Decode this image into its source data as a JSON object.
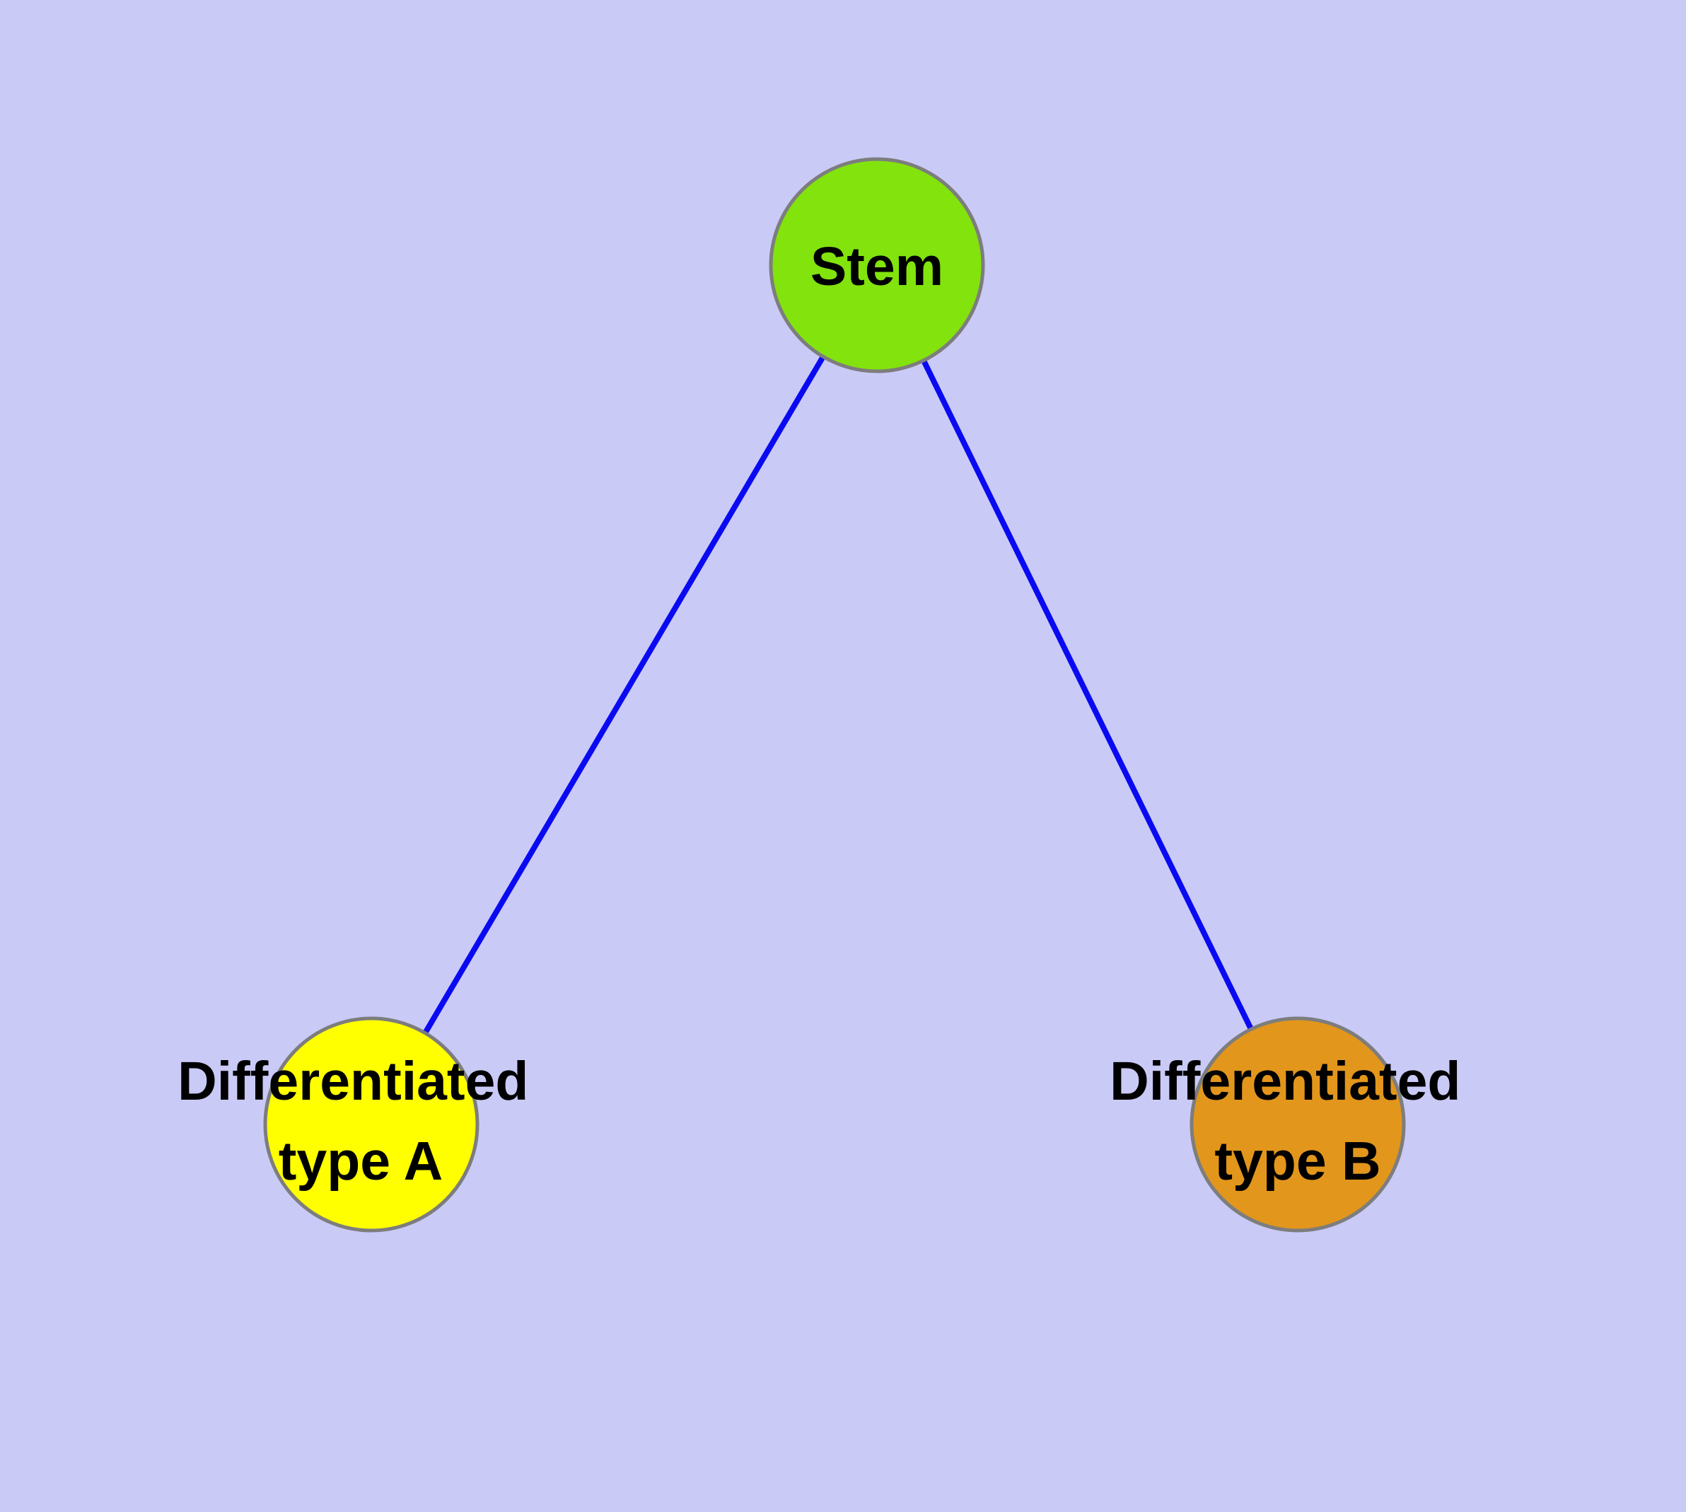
{
  "diagram": {
    "title": "stem cell differentiation graph",
    "colors": {
      "background": "#cacaf7",
      "edge": "#0a0af2",
      "node_border": "#7d7d7d",
      "stem_fill": "#82e30d",
      "type_a_fill": "#ffff00",
      "type_b_fill": "#e2961c",
      "label_text": "#000000"
    },
    "nodes": {
      "stem": {
        "label": "Stem"
      },
      "type_a": {
        "label_line1": "Differentiated",
        "label_line2": "type A"
      },
      "type_b": {
        "label_line1": "Differentiated",
        "label_line2": "type B"
      }
    },
    "edges": [
      {
        "from": "Stem",
        "to": "Differentiated type A"
      },
      {
        "from": "Stem",
        "to": "Differentiated type B"
      }
    ]
  }
}
